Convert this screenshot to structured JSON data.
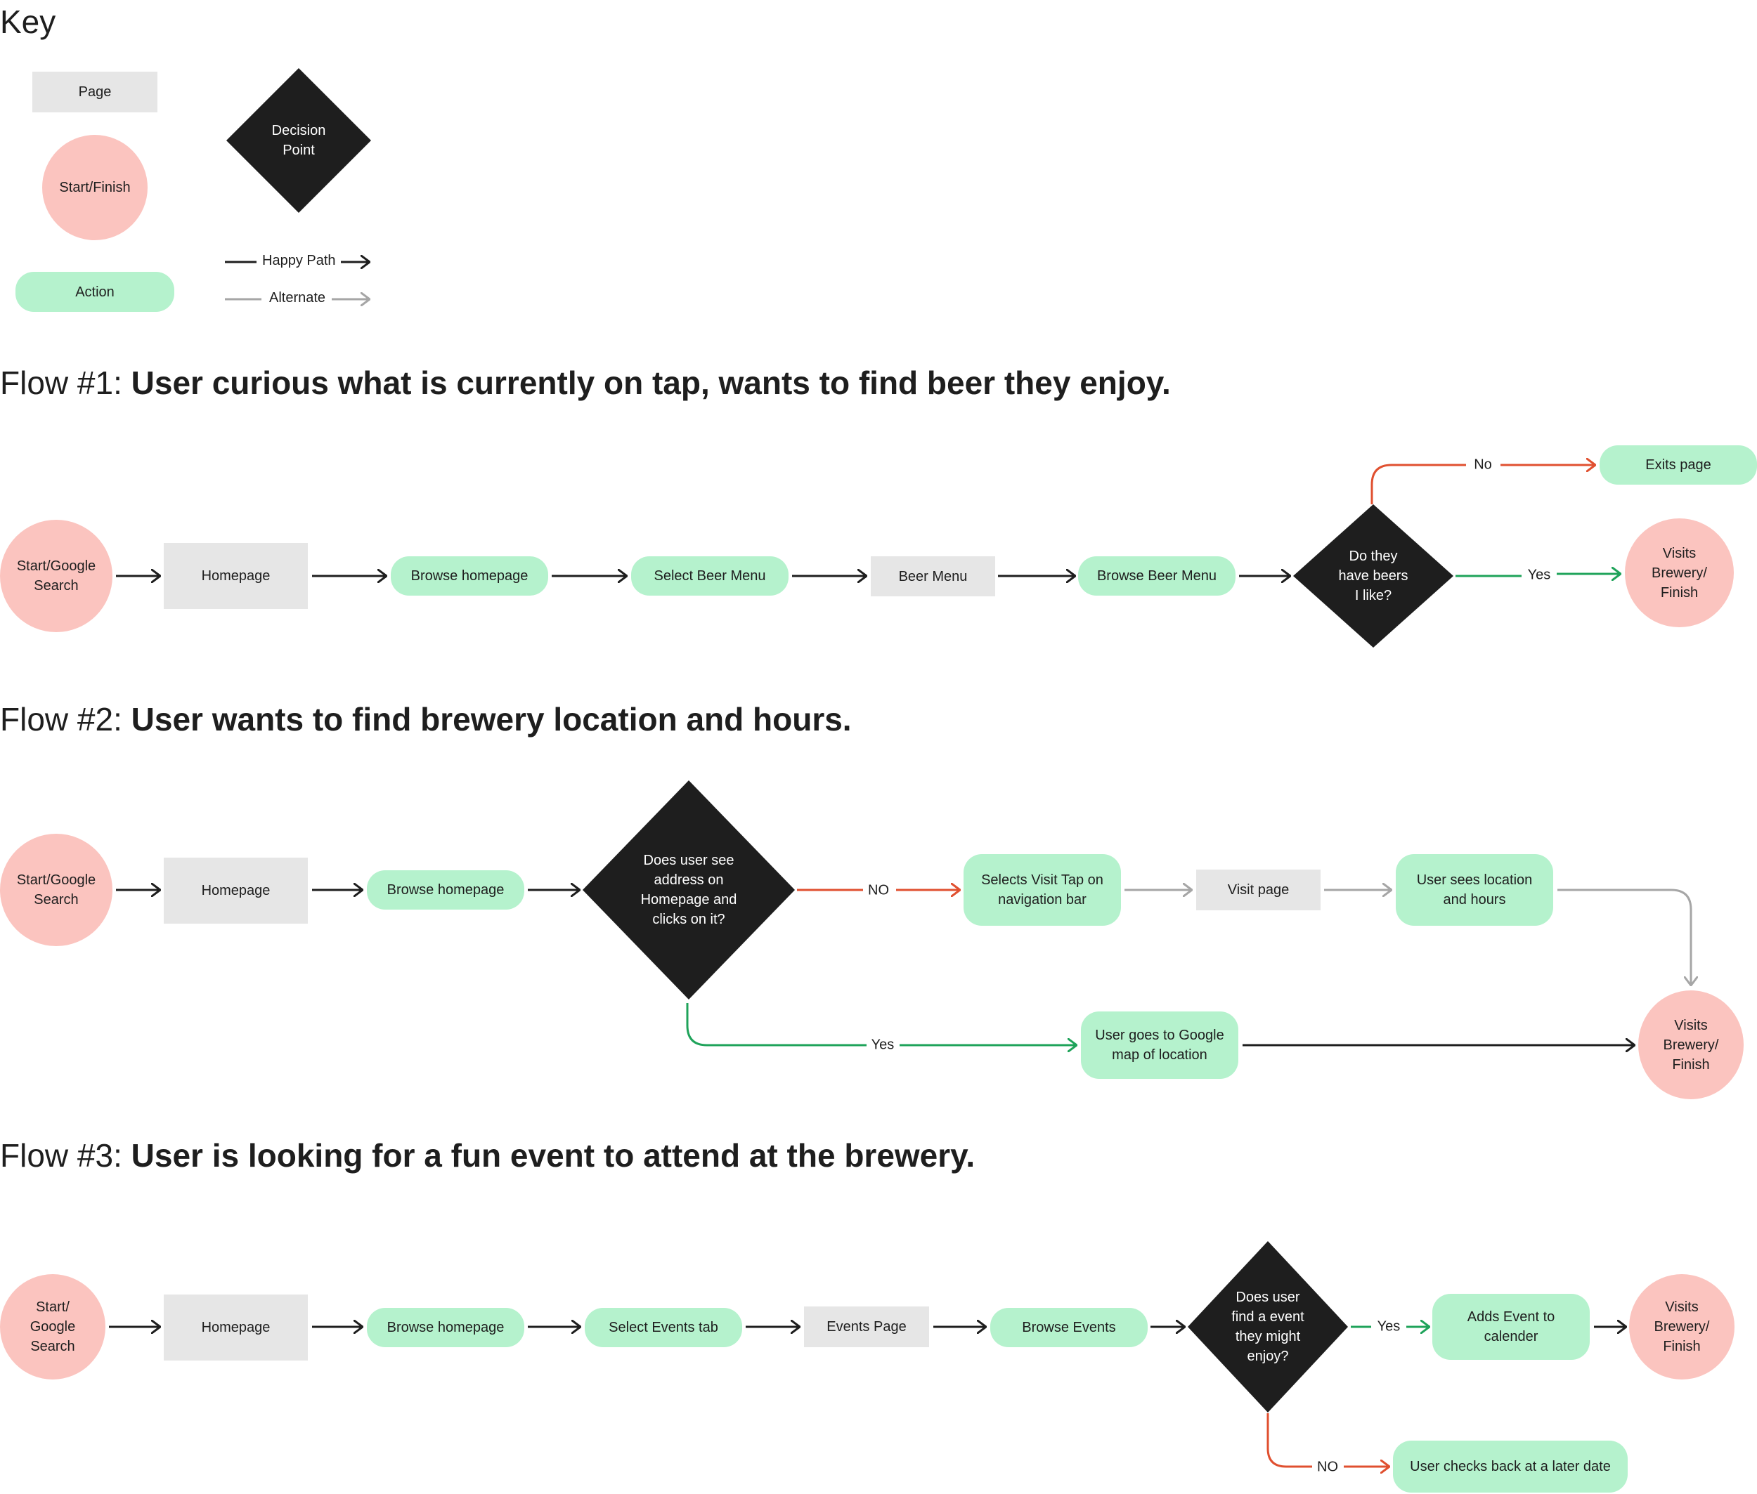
{
  "key": {
    "title": "Key",
    "page": "Page",
    "start_finish": "Start/Finish",
    "action": "Action",
    "decision": [
      "Decision",
      "Point"
    ],
    "happy_path": "Happy Path",
    "alternate": "Alternate"
  },
  "colors": {
    "page": "#e6e6e6",
    "action": "#b5f2cd",
    "start_finish": "#fbc4bf",
    "decision": "#1e1e1e",
    "happy": "#1e1e1e",
    "alternate": "#a6a6a6",
    "no": "#e05030",
    "yes": "#1fa35a"
  },
  "flow1": {
    "number": "Flow #1: ",
    "title": "User curious what is currently on tap, wants to find beer they enjoy.",
    "start": [
      "Start/Google",
      "Search"
    ],
    "homepage": "Homepage",
    "browse_homepage": "Browse homepage",
    "select_beer_menu": "Select Beer Menu",
    "beer_menu": "Beer Menu",
    "browse_beer_menu": "Browse Beer Menu",
    "decision": [
      "Do they",
      "have beers",
      "I like?"
    ],
    "no": "No",
    "exits_page": "Exits page",
    "yes": "Yes",
    "finish": [
      "Visits",
      "Brewery/",
      "Finish"
    ]
  },
  "flow2": {
    "number": "Flow #2: ",
    "title": "User wants to find brewery location and hours.",
    "start": [
      "Start/Google",
      "Search"
    ],
    "homepage": "Homepage",
    "browse_homepage": "Browse homepage",
    "decision": [
      "Does user see",
      "address on",
      "Homepage and",
      "clicks on it?"
    ],
    "no": "NO",
    "selects_visit_tap": [
      "Selects Visit Tap on",
      "navigation bar"
    ],
    "visit_page": "Visit page",
    "user_sees_location": [
      "User sees location",
      "and hours"
    ],
    "yes": "Yes",
    "google_map": [
      "User goes to Google",
      "map of location"
    ],
    "finish": [
      "Visits",
      "Brewery/",
      "Finish"
    ]
  },
  "flow3": {
    "number": "Flow #3: ",
    "title": "User is looking for a fun event to attend at the brewery.",
    "start": [
      "Start/",
      "Google",
      "Search"
    ],
    "homepage": "Homepage",
    "browse_homepage": "Browse homepage",
    "select_events_tab": "Select Events tab",
    "events_page": "Events Page",
    "browse_events": "Browse Events",
    "decision": [
      "Does user",
      "find a event",
      "they might",
      "enjoy?"
    ],
    "yes": "Yes",
    "adds_event": [
      "Adds Event to",
      "calender"
    ],
    "finish": [
      "Visits",
      "Brewery/",
      "Finish"
    ],
    "no": "NO",
    "checks_back": "User checks back at a later date"
  }
}
